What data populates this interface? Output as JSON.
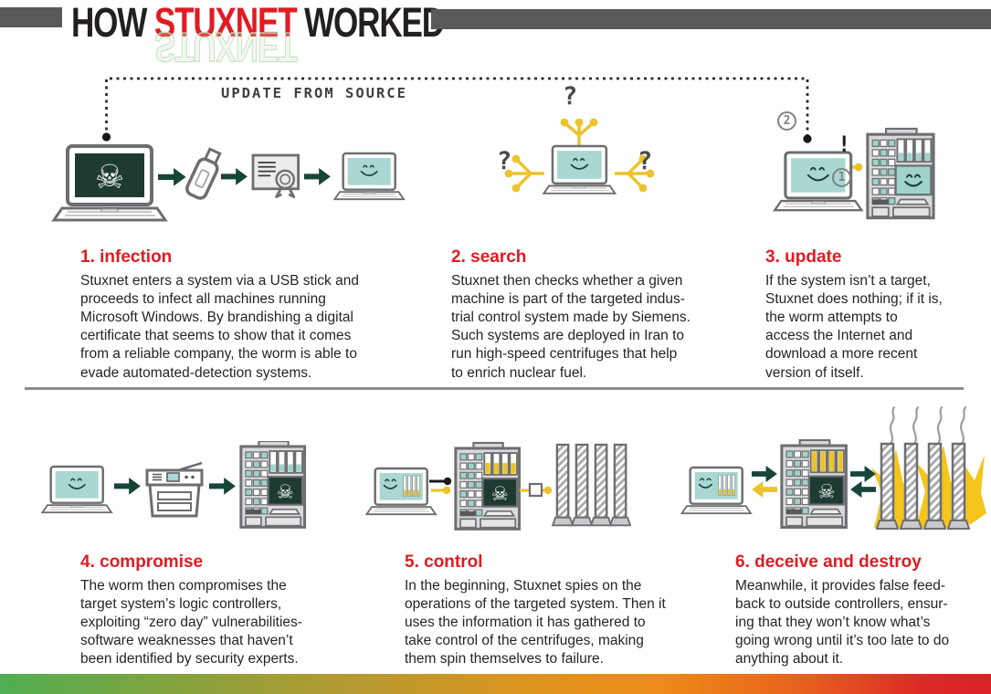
{
  "title": {
    "word1": "HOW",
    "word2": "STUXNET",
    "word3": "WORKED",
    "reflection": "STUXNET"
  },
  "flow_label": "UPDATE FROM SOURCE",
  "markers": {
    "question": "?",
    "circle_one": "1",
    "circle_two": "2",
    "exclamation": "!"
  },
  "steps": [
    {
      "heading": "1. infection",
      "body": [
        "Stuxnet enters a system via a USB stick and",
        "proceeds to infect all machines running",
        "Microsoft Windows. By brandishing a digital",
        "certificate that seems to show that it comes",
        "from a reliable company, the worm is able to",
        "evade automated-detection systems."
      ]
    },
    {
      "heading": "2. search",
      "body": [
        "Stuxnet then checks whether a given",
        "machine is part of the targeted indus-",
        "trial control system made by Siemens.",
        "Such systems are deployed in Iran to",
        "run high-speed centrifuges that help",
        "to enrich nuclear fuel."
      ]
    },
    {
      "heading": "3. update",
      "body": [
        "If the system isn’t a target,",
        "Stuxnet does nothing; if it is,",
        "the worm attempts to",
        "access the Internet and",
        "download a more recent",
        "version of itself."
      ]
    },
    {
      "heading": "4. compromise",
      "body": [
        "The worm then compromises the",
        "target system’s logic controllers,",
        "exploiting “zero day” vulnerabilities-",
        "software weaknesses that haven’t",
        "been identified by security experts."
      ]
    },
    {
      "heading": "5. control",
      "body": [
        "In the beginning, Stuxnet spies on the",
        "operations of the targeted system. Then it",
        "uses the information it has gathered to",
        "take control of the centrifuges, making",
        "them spin themselves to failure."
      ]
    },
    {
      "heading": "6. deceive and destroy",
      "body": [
        "Meanwhile, it provides false feed-",
        "back to outside controllers, ensur-",
        "ing that they won’t know what’s",
        "going wrong until it’s too late to do",
        "anything about it."
      ]
    }
  ],
  "colors": {
    "accent_red": "#e11b22",
    "malware_screen_green": "#1e3b33",
    "friendly_screen_teal": "#a8d8d1",
    "signal_yellow": "#ecc32d",
    "arrow_green": "#16453a",
    "header_bar_gray": "#58595b"
  }
}
